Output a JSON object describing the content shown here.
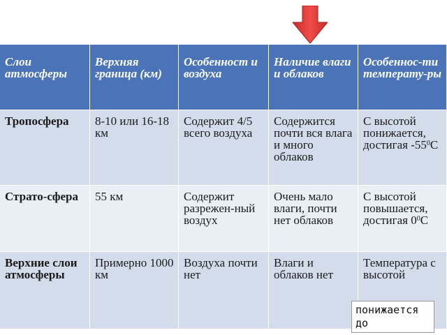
{
  "header": {
    "col1": "Слои атмосферы",
    "col2": "Верхняя граница (км)",
    "col3": "Особенност и воздуха",
    "col4": "Наличие влаги и облаков",
    "col5": "Особеннос-ти температу-ры"
  },
  "rows": [
    {
      "layer": "Тропосфера",
      "boundary": "8-10 или 16-18 км",
      "air": "Содержит 4/5 всего воздуха",
      "moisture": "Содержится почти вся влага и много облаков",
      "temp_main": "С высотой понижается, достигая -55",
      "temp_sup": "0",
      "temp_unit": "С"
    },
    {
      "layer": "Страто-сфера",
      "boundary": "55 км",
      "air": "Содержит разрежен-ный воздух",
      "moisture": "Очень мало влаги, почти нет облаков",
      "temp_main": "С высотой повышается, достигая 0",
      "temp_sup": "0",
      "temp_unit": "С"
    },
    {
      "layer": "Верхние слои атмосферы",
      "boundary": "Примерно 1000 км",
      "air": "Воздуха почти нет",
      "moisture": "Влаги и облаков нет",
      "temp_main": "Температура с высотой"
    }
  ],
  "overlay_note": "понижается до",
  "colors": {
    "header_bg": "#4a73b8",
    "row_dark": "#d3dceb",
    "row_light": "#eaeff6",
    "arrow": "#e03a36"
  },
  "icons": {
    "pointer": "down-arrow-icon"
  }
}
